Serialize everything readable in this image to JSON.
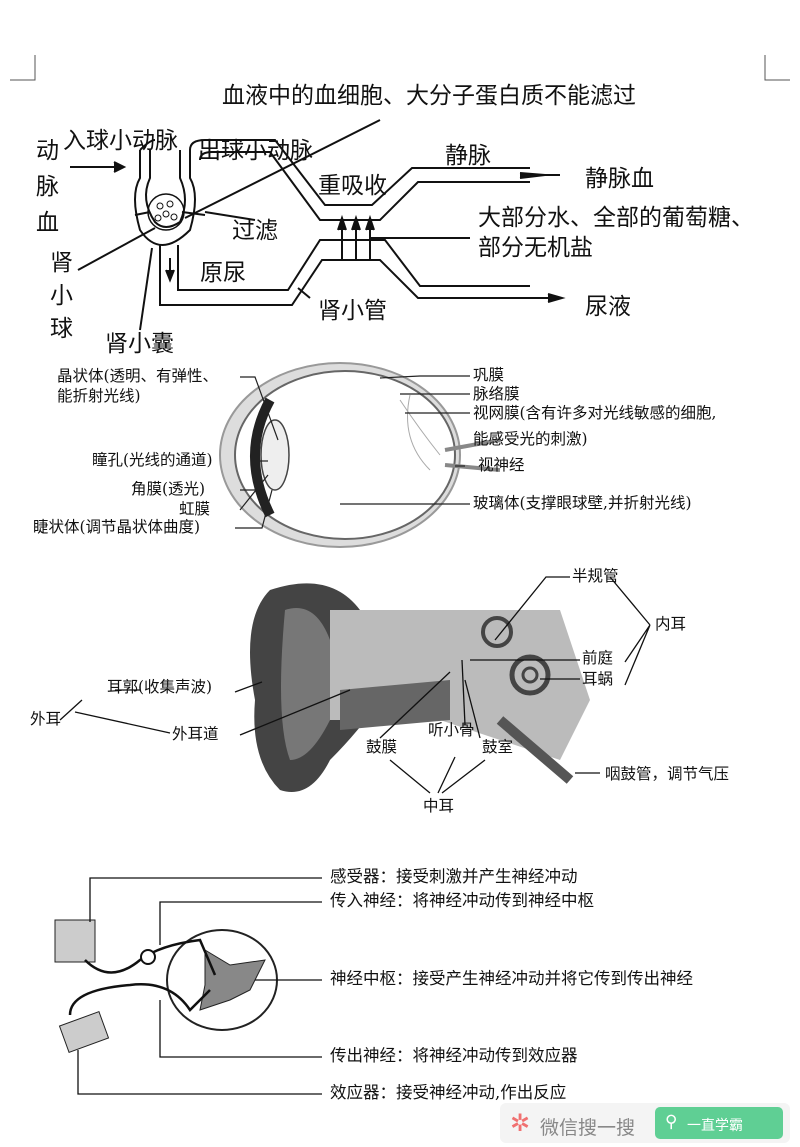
{
  "kidney": {
    "top_note": "血液中的血细胞、大分子蛋白质不能滤过",
    "artery_blood": [
      "动",
      "脉",
      "血"
    ],
    "afferent": "入球小动脉",
    "efferent": "出球小动脉",
    "vein": "静脉",
    "reabsorb": "重吸收",
    "venous_blood": "静脉血",
    "filter": "过滤",
    "reabsorbed_1": "大部分水、全部的葡萄糖、",
    "reabsorbed_2": "部分无机盐",
    "glomerulus": [
      "肾",
      "小",
      "球"
    ],
    "primary_urine": "原尿",
    "tubule": "肾小管",
    "urine": "尿液",
    "capsule": "肾小囊"
  },
  "eye": {
    "lens_1": "晶状体(透明、有弹性、",
    "lens_2": "能折射光线)",
    "pupil": "瞳孔(光线的通道)",
    "cornea": "角膜(透光)",
    "iris": "虹膜",
    "ciliary": "睫状体(调节晶状体曲度)",
    "sclera": "巩膜",
    "choroid": "脉络膜",
    "retina_1": "视网膜(含有许多对光线敏感的细胞,",
    "retina_2": "能感受光的刺激)",
    "optic_nerve": "视神经",
    "vitreous": "玻璃体(支撑眼球壁,并折射光线)"
  },
  "ear": {
    "semicircular": "半规管",
    "inner_ear": "内耳",
    "vestibule": "前庭",
    "cochlea": "耳蜗",
    "pinna": "耳郭(收集声波)",
    "outer_ear": "外耳",
    "canal": "外耳道",
    "eardrum": "鼓膜",
    "ossicles": "听小骨",
    "tympanic": "鼓室",
    "eustachian": "咽鼓管，调节气压",
    "middle_ear": "中耳"
  },
  "reflex": {
    "receptor": "感受器：接受刺激并产生神经冲动",
    "afferent": "传入神经：将神经冲动传到神经中枢",
    "center": "神经中枢：接受产生神经冲动并将它传到传出神经",
    "efferent": "传出神经：将神经冲动传到效应器",
    "effector": "效应器：接受神经冲动,作出反应"
  },
  "watermark": {
    "search_label": "微信搜一搜",
    "button_label": "一直学霸"
  }
}
